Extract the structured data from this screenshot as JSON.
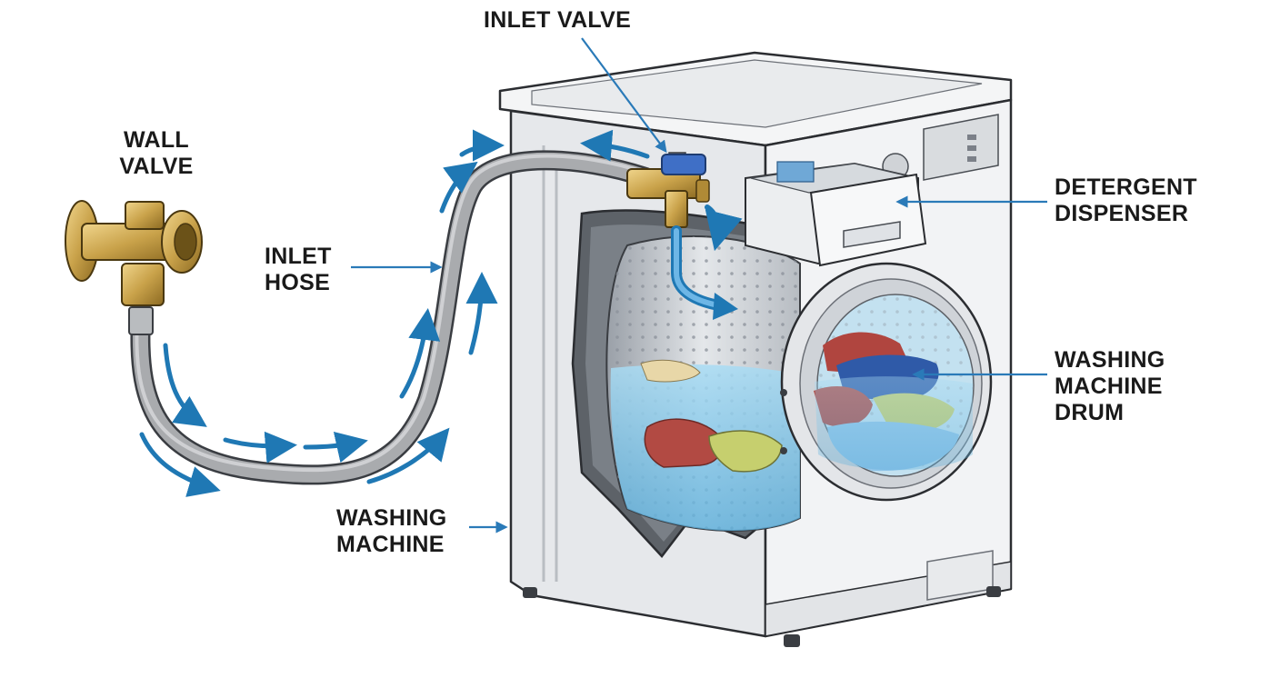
{
  "labels": {
    "inlet_valve": [
      "INLET VALVE"
    ],
    "wall_valve": [
      "WALL",
      "VALVE"
    ],
    "inlet_hose": [
      "INLET",
      "HOSE"
    ],
    "detergent_dispenser": [
      "DETERGENT",
      "DISPENSER"
    ],
    "drum": [
      "WASHING",
      "MACHINE",
      "DRUM"
    ],
    "washing_machine": [
      "WASHING",
      "MACHINE"
    ]
  },
  "colors": {
    "flow_arrow": "#1f78b4",
    "leader_line": "#2a7ab8",
    "brass": "#c9a24a",
    "hose": "#a9abae",
    "cabinet": "#eef0f2",
    "water": "#7cc3e8",
    "valve_handle": "#3f6fc6"
  }
}
